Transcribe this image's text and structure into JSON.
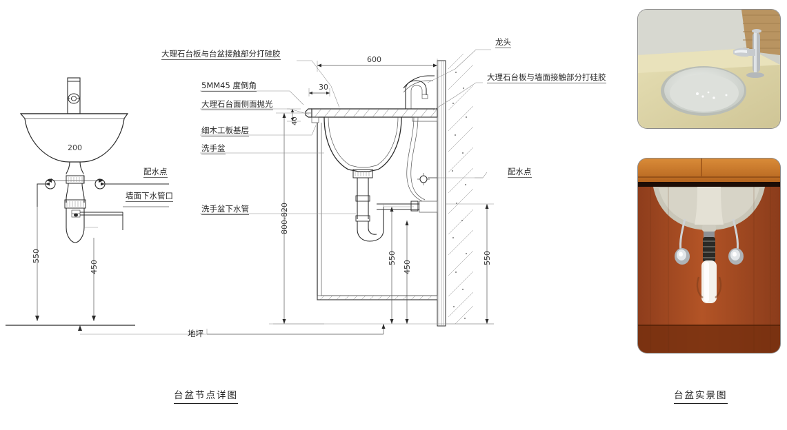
{
  "drawing": {
    "title": "台盆节点详图",
    "photo_title": "台盆实景图",
    "elevation": {
      "dim_width_200": "200",
      "dim_550": "550",
      "dim_450": "450",
      "label_water_point": "配水点",
      "label_wall_drain": "墙面下水管口"
    },
    "section": {
      "dim_600": "600",
      "dim_30": "30",
      "dim_40": "40",
      "dim_800_820": "800-820",
      "dim_550_inner": "550",
      "dim_450": "450",
      "dim_550_outer": "550",
      "label_floor": "地坪",
      "label_water_point": "配水点"
    },
    "callouts": {
      "silicone_basin": "大理石台板与台盆接触部分打硅胶",
      "chamfer": "5MM45 度倒角",
      "polish": "大理石台面侧面抛光",
      "plywood": "细木工板基层",
      "basin": "洗手盆",
      "drain_pipe": "洗手盆下水管",
      "faucet": "龙头",
      "silicone_wall": "大理石台板与墙面接触部分打硅胶"
    }
  },
  "photos": {
    "top": {
      "alt": "台盆实景照片 - 大理石台面与台下盆",
      "counter_color": "#ddd6a8",
      "sink_color": "#dfe2de",
      "wall_color": "#cfd0c8"
    },
    "bottom": {
      "alt": "台盆下水实景照片 - 下水管与角阀",
      "cabinet_color": "#9e4421",
      "trap_color": "#f2f0ea",
      "wood_color": "#c8732a"
    }
  },
  "colors": {
    "line": "#2b2b2b",
    "thin_line": "#777777",
    "text": "#2b2b2b"
  }
}
